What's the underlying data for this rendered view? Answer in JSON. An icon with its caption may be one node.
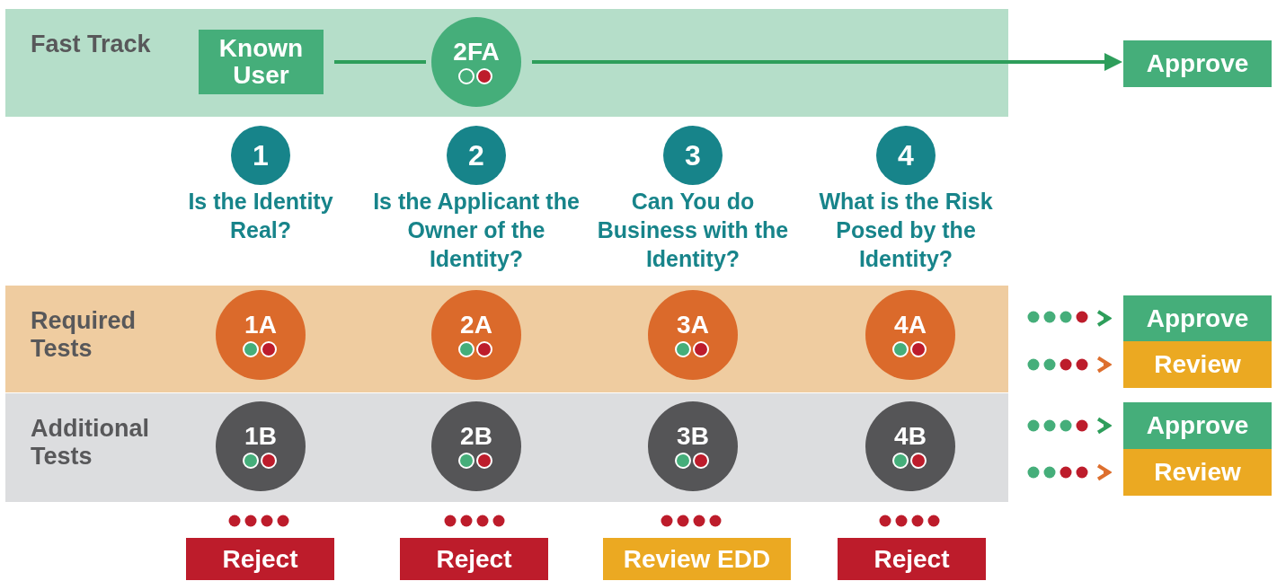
{
  "diagram": {
    "nodes": [
      {
        "text": [
          "Fast Track"
        ]
      },
      {
        "text": [
          "Known User"
        ],
        "in": 0
      },
      {
        "text": [
          "2FA"
        ],
        "in": 0
      },
      {
        "text": [
          "Approve"
        ]
      },
      {
        "text": [
          "1"
        ],
        "beside": [
          "Is the Identity Real?"
        ]
      },
      {
        "text": [
          "2"
        ],
        "beside": [
          "Is the Applicant the Owner of the Identity?"
        ]
      },
      {
        "text": [
          "3"
        ],
        "beside": [
          "Can You do Business with the Identity?"
        ]
      },
      {
        "text": [
          "4"
        ],
        "beside": [
          "What is the Risk Posed by the Identity?"
        ]
      },
      {
        "text": [
          "Required Tests"
        ]
      },
      {
        "text": [
          "1A"
        ],
        "in": 8
      },
      {
        "text": [
          "2A"
        ],
        "in": 8
      },
      {
        "text": [
          "3A"
        ],
        "in": 8
      },
      {
        "text": [
          "4A"
        ],
        "in": 8
      },
      {
        "text": [
          "Additional Tests"
        ]
      },
      {
        "text": [
          "1B"
        ],
        "in": 13
      },
      {
        "text": [
          "2B"
        ],
        "in": 13
      },
      {
        "text": [
          "3B"
        ],
        "in": 13
      },
      {
        "text": [
          "4B"
        ],
        "in": 13
      },
      {
        "text": [
          "Approve"
        ]
      },
      {
        "text": [
          "Review"
        ]
      },
      {
        "text": [
          "Approve"
        ]
      },
      {
        "text": [
          "Review"
        ]
      },
      {
        "text": [
          "Reject"
        ]
      },
      {
        "text": [
          "Reject"
        ]
      },
      {
        "text": [
          "Review EDD"
        ]
      },
      {
        "text": [
          "Reject"
        ]
      }
    ],
    "edges": [
      {
        "from": 1,
        "to": 2,
        "arrow": "none"
      },
      {
        "from": 2,
        "to": 3,
        "arrow": "to"
      },
      {
        "from": null,
        "to": 18,
        "arrow": "to"
      },
      {
        "from": null,
        "to": 19,
        "arrow": "to",
        "color": "#dd6f2e"
      },
      {
        "from": null,
        "to": 20,
        "arrow": "to"
      },
      {
        "from": null,
        "to": 21,
        "arrow": "to",
        "color": "#dd6f2e"
      }
    ]
  }
}
